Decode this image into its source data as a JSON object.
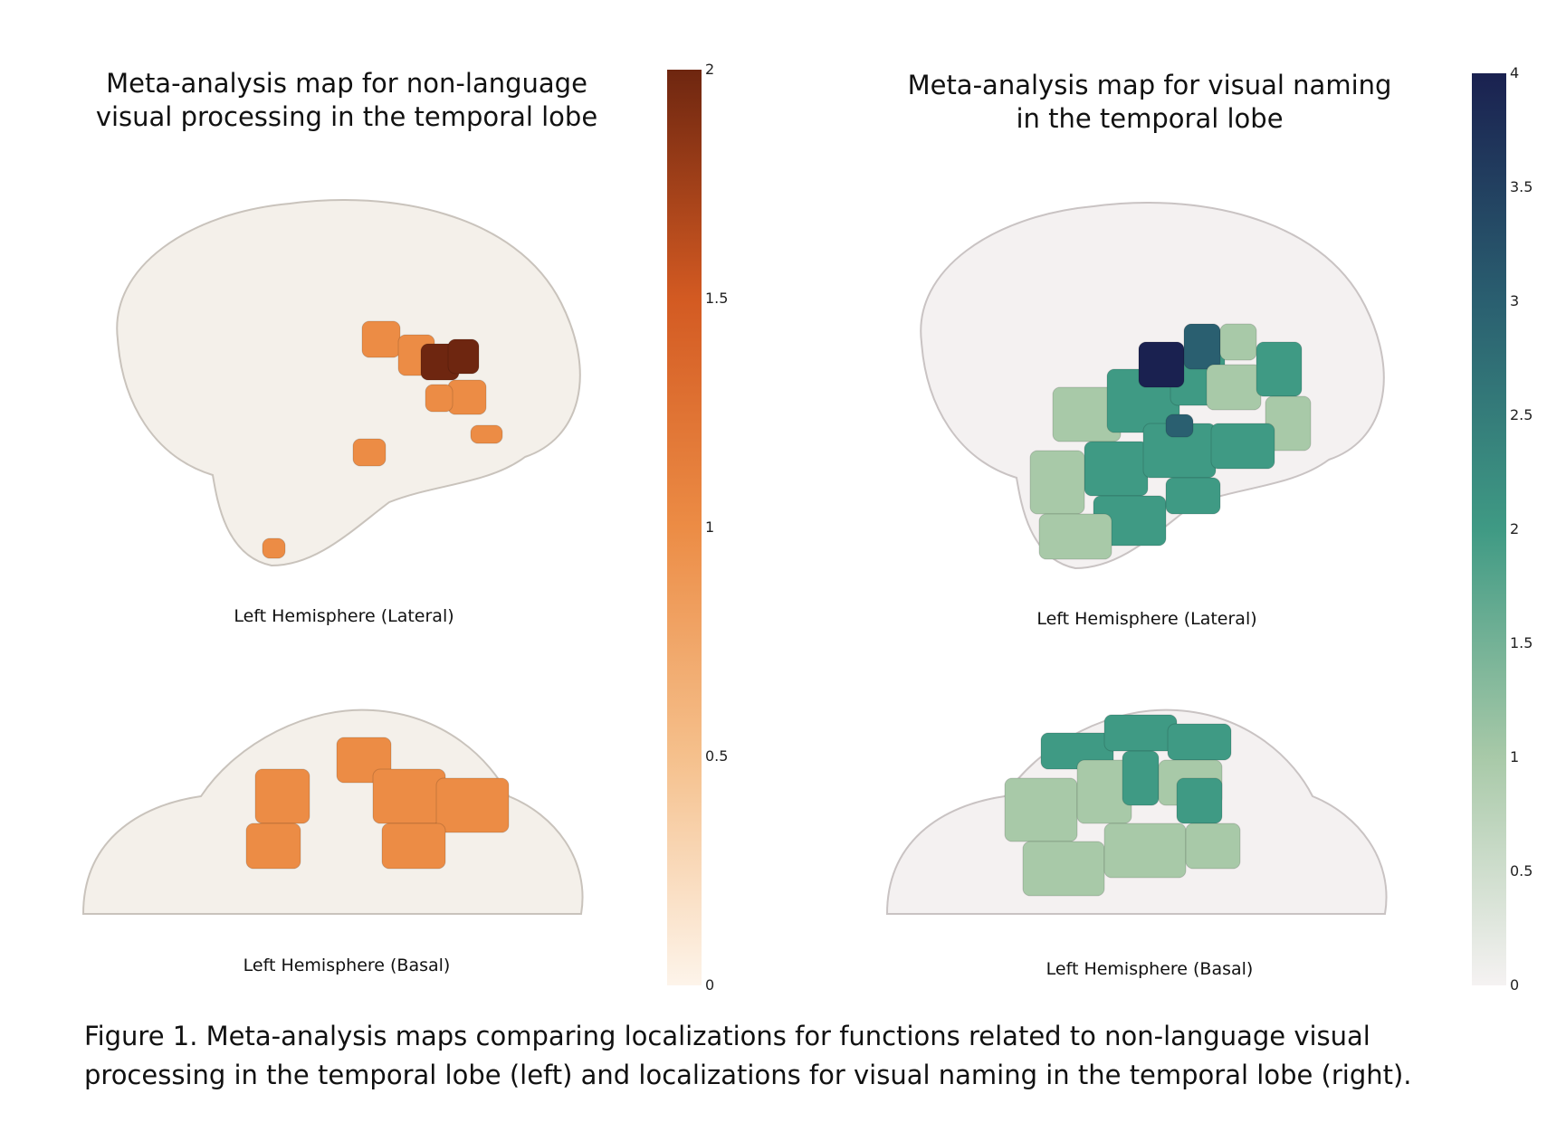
{
  "chart_data": [
    {
      "type": "heatmap",
      "title": "Meta-analysis map for non-language visual processing in the temporal lobe",
      "title_lines": [
        "Meta-analysis map for non-language",
        "visual processing in the temporal lobe"
      ],
      "views": [
        "Left Hemisphere (Lateral)",
        "Left Hemisphere (Basal)"
      ],
      "colorscale": [
        "#fdf4ea",
        "#f5c08c",
        "#ec8c45",
        "#d35a22",
        "#6e2610"
      ],
      "range": [
        0,
        2
      ],
      "ticks": [
        "2",
        "1.5",
        "1",
        "0.5",
        "0"
      ],
      "tick_values": [
        2,
        1.5,
        1,
        0.5,
        0
      ]
    },
    {
      "type": "heatmap",
      "title": "Meta-analysis map for visual naming in the temporal lobe",
      "title_lines": [
        "Meta-analysis map for visual naming",
        "in the temporal lobe"
      ],
      "views": [
        "Left Hemisphere (Lateral)",
        "Left Hemisphere (Basal)"
      ],
      "colorscale": [
        "#f5f2f2",
        "#a8c9a8",
        "#3f9a84",
        "#2a5f70",
        "#1a2150"
      ],
      "range": [
        0,
        4
      ],
      "ticks": [
        "4",
        "3.5",
        "3",
        "2.5",
        "2",
        "1.5",
        "1",
        "0.5",
        "0"
      ],
      "tick_values": [
        4,
        3.5,
        3,
        2.5,
        2,
        1.5,
        1,
        0.5,
        0
      ]
    }
  ],
  "caption": {
    "line1": "Figure 1. Meta-analysis maps comparing localizations for functions related to non-language visual",
    "line2": "processing in the temporal lobe (left) and localizations for visual naming in the temporal lobe (right)."
  }
}
